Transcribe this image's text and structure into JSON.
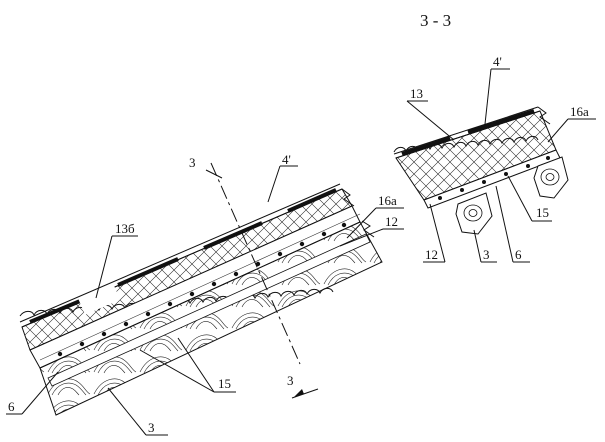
{
  "section_title": "3 - 3",
  "labels": {
    "ins_main": "13б",
    "tile_main": "4'",
    "edge_main": "16a",
    "n12_main": "12",
    "n15_main": "15",
    "n6_main": "6",
    "n3_main": "3",
    "cut_top": "3",
    "cut_bottom": "3",
    "ins_detail": "13",
    "tile_detail": "4'",
    "edge_detail": "16a",
    "n15_detail": "15",
    "n12_detail": "12",
    "n3_detail": "3",
    "n6_detail": "6"
  },
  "colors": {
    "ink": "#111111",
    "paper": "#ffffff"
  }
}
